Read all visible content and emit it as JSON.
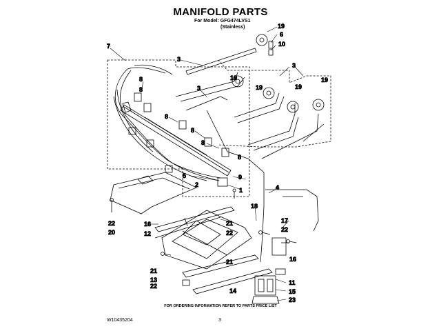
{
  "header": {
    "title": "MANIFOLD PARTS",
    "model_line": "For Model: GFG474LVS1",
    "finish": "(Stainless)"
  },
  "callouts": [
    "1",
    "2",
    "3",
    "4",
    "5",
    "6",
    "7",
    "8",
    "9",
    "10",
    "11",
    "12",
    "13",
    "14",
    "15",
    "16",
    "17",
    "18",
    "19",
    "20",
    "21",
    "22",
    "23"
  ],
  "footer": {
    "note": "FOR ORDERING INFORMATION REFER TO PARTS PRICE LIST",
    "doc_number": "W10435204",
    "page_number": "3"
  }
}
